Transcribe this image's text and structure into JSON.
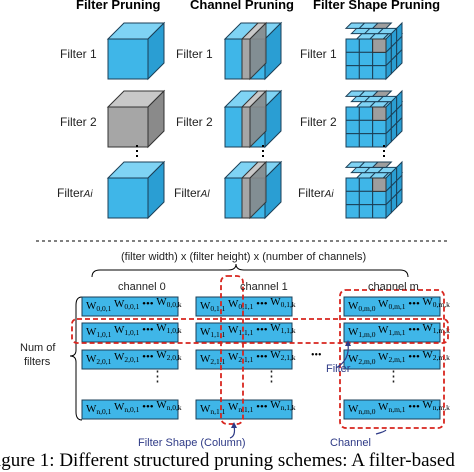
{
  "headers": {
    "filter_pruning": "Filter Pruning",
    "channel_pruning": "Channel Pruning",
    "filter_shape_pruning": "Filter Shape Pruning"
  },
  "filter_labels": [
    "Filter 1",
    "Filter 2",
    "Filter"
  ],
  "filter_last_sub_a": "Ai",
  "filter_last_sub_b": "Al",
  "colors": {
    "cube_blue": "#3fb6e8",
    "cube_gray": "#9e9e9e",
    "red_dash": "#d8261f",
    "note_blue": "#2e3a86"
  },
  "matrix": {
    "title": "(filter width) x (filter height) x (number of channels)",
    "channel_labels": [
      "channel 0",
      "channel 1",
      "channel m"
    ],
    "row_label_line1": "Num of",
    "row_label_line2": "filters",
    "dots": "•••",
    "vdots": "⋮",
    "cells": {
      "c0": [
        [
          "W",
          "0,0,1",
          "W",
          "0,0,1",
          "W",
          "0,0,k"
        ],
        [
          "W",
          "1,0,1",
          "W",
          "1,0,1",
          "W",
          "1,0,k"
        ],
        [
          "W",
          "2,0,1",
          "W",
          "2,0,1",
          "W",
          "2,0,k"
        ],
        [
          "W",
          "n,0,1",
          "W",
          "n,0,1",
          "W",
          "n,0,k"
        ]
      ],
      "c1": [
        [
          "W",
          "0,1,1",
          "W",
          "0,1,1",
          "W",
          "0,1,k"
        ],
        [
          "W",
          "1,1,1",
          "W",
          "1,1,1",
          "W",
          "1,1,k"
        ],
        [
          "W",
          "2,1,1",
          "W",
          "2,1,1",
          "W",
          "2,1,k"
        ],
        [
          "W",
          "n,1,1",
          "W",
          "n,1,1",
          "W",
          "n,1,k"
        ]
      ],
      "cm": [
        [
          "W",
          "0,m,0",
          "W",
          "0,m,1",
          "W",
          "0,m,k"
        ],
        [
          "W",
          "1,m,0",
          "W",
          "1,m,1",
          "W",
          "1,m,k"
        ],
        [
          "W",
          "2,m,0",
          "W",
          "2,m,1",
          "W",
          "2,m,k"
        ],
        [
          "W",
          "n,m,0",
          "W",
          "n,m,1",
          "W",
          "n,m,k"
        ]
      ]
    },
    "annotation_filter": "Filter",
    "annotation_filter_shape": "Filter Shape (Column)",
    "annotation_channel": "Channel"
  },
  "caption": "igure 1: Different structured pruning schemes: A filter-based"
}
